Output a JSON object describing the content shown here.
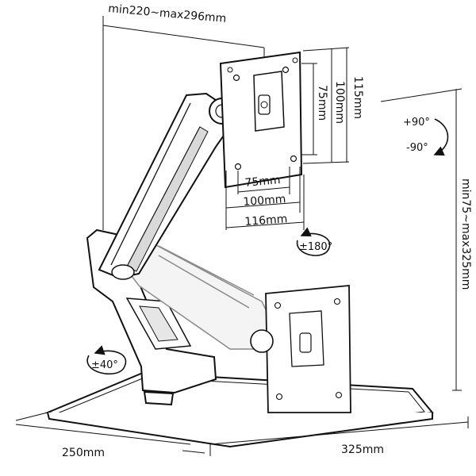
{
  "labels": {
    "arm_reach": "min220~max296mm",
    "plate_height_75": "75mm",
    "plate_height_100": "100mm",
    "plate_height_115": "115mm",
    "plate_width_75": "75mm",
    "plate_width_100": "100mm",
    "plate_width_116": "116mm",
    "height_range": "min75~max325mm",
    "tilt_up": "+90°",
    "tilt_down": "-90°",
    "swivel": "±180°",
    "base_rotation": "±40°",
    "base_depth": "250mm",
    "base_width": "325mm"
  },
  "colors": {
    "line": "#111111",
    "ghost_line": "#8a8a8a",
    "fill": "#ffffff",
    "shade": "#d9d9d9"
  },
  "icons": {
    "rotate_tilt": "curved-arrow-icon",
    "rotate_swivel": "circular-arrow-icon",
    "rotate_base": "circular-arrow-icon"
  }
}
